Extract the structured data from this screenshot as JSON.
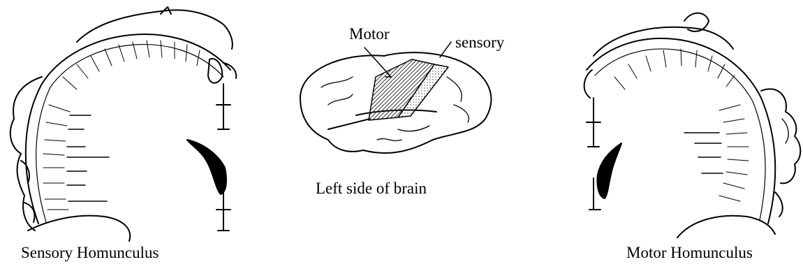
{
  "captions": {
    "sensory": "Sensory Homunculus",
    "motor": "Motor Homunculus",
    "brain": "Left side of brain"
  },
  "brain_labels": {
    "motor": "Motor",
    "sensory": "sensory"
  },
  "colors": {
    "ink": "#000000",
    "background": "#ffffff",
    "motor_strip": "#555555",
    "sensory_strip": "#bbbbbb"
  }
}
